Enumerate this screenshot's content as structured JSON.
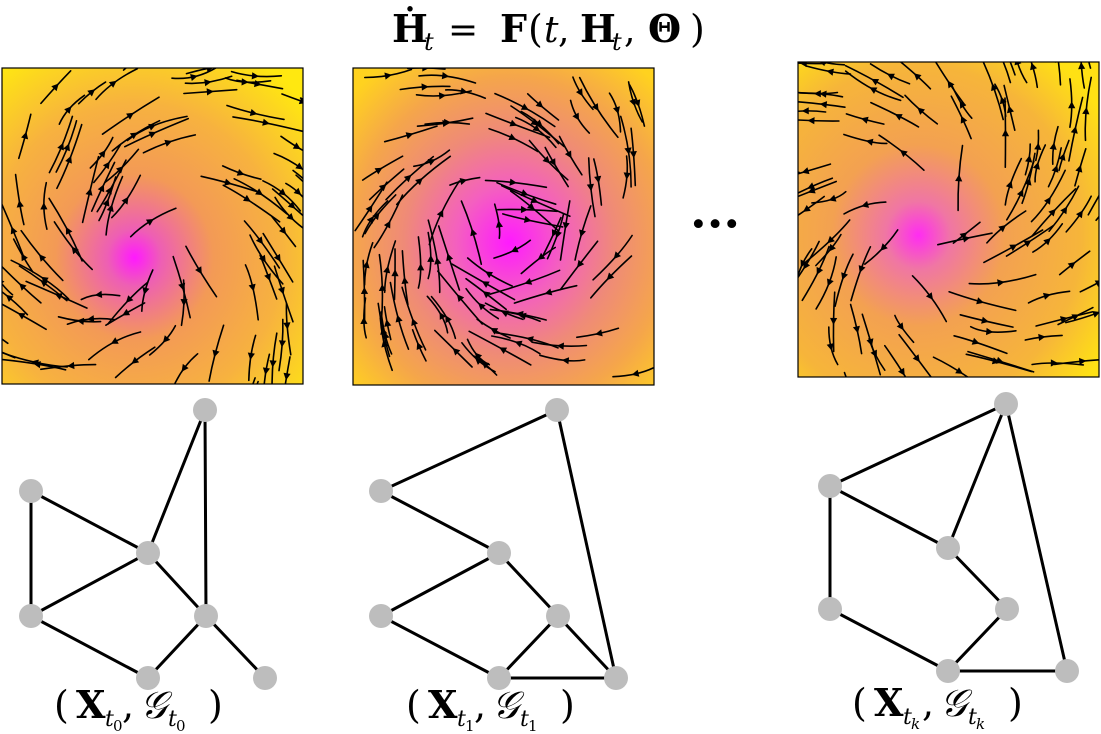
{
  "equation": {
    "lhs": "Ḣ",
    "lhs_sub": "t",
    "rhs_eq": "= ",
    "rhs_F": "F",
    "rhs_open": "(",
    "rhs_t": "t",
    "rhs_comma1": ", ",
    "rhs_H": "H",
    "rhs_H_sub": "t",
    "rhs_comma2": ", ",
    "rhs_theta": "Θ",
    "rhs_close": ")"
  },
  "ellipsis": "···",
  "panels": [
    {
      "id": "t0",
      "caption_open": "(",
      "caption_X": "X",
      "caption_X_sub": "t",
      "caption_X_subsub": "0",
      "caption_comma": ", ",
      "caption_G": "𝒢",
      "caption_G_sub": "t",
      "caption_G_subsub": "0",
      "caption_close": ")"
    },
    {
      "id": "t1",
      "caption_open": "(",
      "caption_X": "X",
      "caption_X_sub": "t",
      "caption_X_subsub": "1",
      "caption_comma": ", ",
      "caption_G": "𝒢",
      "caption_G_sub": "t",
      "caption_G_subsub": "1",
      "caption_close": ")"
    },
    {
      "id": "tk",
      "caption_open": "(",
      "caption_X": "X",
      "caption_X_sub": "t",
      "caption_X_subsub": "k",
      "caption_comma": ", ",
      "caption_G": "𝒢",
      "caption_G_sub": "t",
      "caption_G_subsub": "k",
      "caption_close": ")"
    }
  ],
  "colors": {
    "field_low": "#ffea00",
    "field_mid": "#f2a13a",
    "field_high": "#ff00ff",
    "node_fill": "#bdbdbd",
    "edge_stroke": "#000000"
  }
}
